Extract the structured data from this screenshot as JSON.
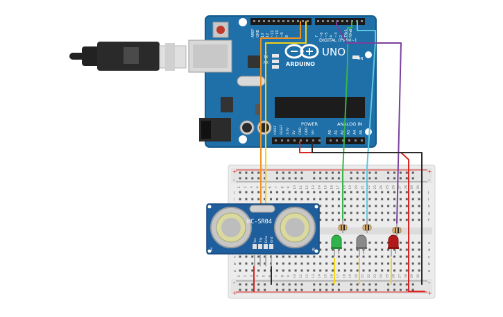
{
  "arduino": {
    "logo_text": "ARDUINO",
    "model": "UNO",
    "label_digital": "DIGITAL (PWM~)",
    "label_analog": "ANALOG IN",
    "label_power": "POWER",
    "label_on": "ON",
    "label_tx": "TX",
    "label_rx": "RX",
    "label_l": "L",
    "digital_pins": [
      "AREF",
      "GND",
      "13",
      "12",
      "~11",
      "~10",
      "~9",
      "8",
      "7",
      "~6",
      "~5",
      "4",
      "~3",
      "2",
      "TX▸1",
      "RX◂0"
    ],
    "power_pins": [
      "IOREF",
      "RESET",
      "3.3V",
      "5V",
      "GND",
      "GND",
      "Vin"
    ],
    "analog_pins": [
      "A0",
      "A1",
      "A2",
      "A3",
      "A4",
      "A5"
    ]
  },
  "sensor": {
    "label": "HC-SR04",
    "pins": [
      "Vcc",
      "Trig",
      "Echo",
      "Gnd"
    ],
    "left_mark": "T",
    "right_mark": "R"
  },
  "breadboard": {
    "row_letters_top": [
      "j",
      "i",
      "h",
      "g",
      "f"
    ],
    "row_letters_bottom": [
      "e",
      "d",
      "c",
      "b",
      "a"
    ],
    "rail_plus": "+",
    "rail_minus": "-",
    "column_numbers": [
      "1",
      "2",
      "3",
      "4",
      "5",
      "6",
      "7",
      "8",
      "9",
      "10",
      "11",
      "12",
      "13",
      "14",
      "15",
      "16",
      "17",
      "18",
      "19",
      "20",
      "21",
      "22",
      "23",
      "24",
      "25",
      "26",
      "27",
      "28",
      "29",
      "30"
    ]
  },
  "leds": [
    {
      "name": "green",
      "color": "#2fb34a"
    },
    {
      "name": "gray",
      "color": "#8a8a8a"
    },
    {
      "name": "red",
      "color": "#b3191b"
    }
  ],
  "colors": {
    "board": "#1f6fa8",
    "board_edge": "#155a8a",
    "wire_orange": "#f0931e",
    "wire_yellow": "#f2d21b",
    "wire_green": "#39b54a",
    "wire_cyan": "#5ec8e0",
    "wire_purple": "#7a3f9d",
    "wire_red": "#d9231f",
    "wire_black": "#2b2b2b"
  }
}
